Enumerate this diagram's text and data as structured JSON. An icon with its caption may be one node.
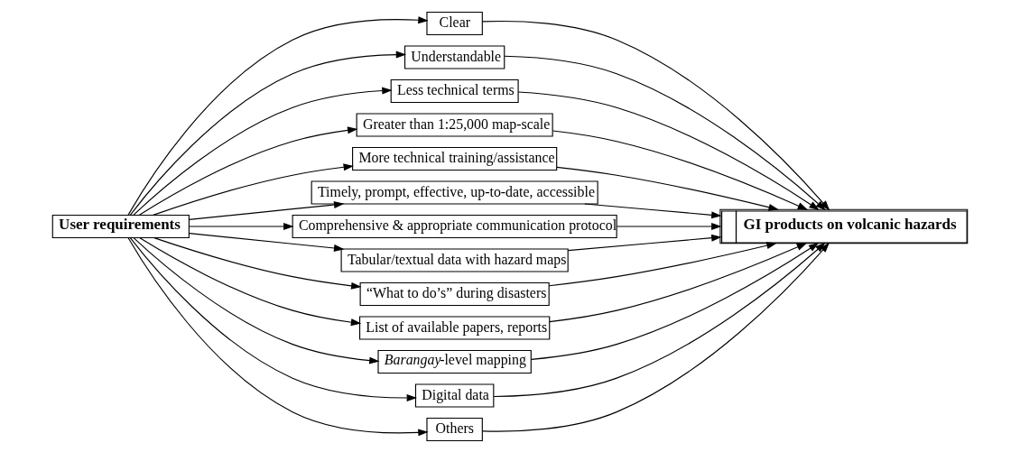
{
  "diagram": {
    "nodes": [
      {
        "text": [
          "User requirements"
        ]
      },
      {
        "text": [
          "Clear"
        ]
      },
      {
        "text": [
          "Understandable"
        ]
      },
      {
        "text": [
          "Less technical terms"
        ]
      },
      {
        "text": [
          "Greater than 1:25,000 map-scale"
        ]
      },
      {
        "text": [
          "More technical training/assistance"
        ]
      },
      {
        "text": [
          "Timely, prompt, effective, up-to-date, accessible"
        ]
      },
      {
        "text": [
          "Comprehensive & appropriate communication protocol"
        ]
      },
      {
        "text": [
          "Tabular/textual data with hazard maps"
        ]
      },
      {
        "text": [
          "“What to do’s” during disasters"
        ]
      },
      {
        "text": [
          "List of available papers, reports"
        ]
      },
      {
        "text": [
          "*Barangay*-level mapping"
        ]
      },
      {
        "text": [
          "Digital data"
        ]
      },
      {
        "text": [
          "Others"
        ]
      },
      {
        "text": [
          "GI products on volcanic hazards"
        ]
      }
    ],
    "edges": [
      {
        "from": 0,
        "to": 1,
        "arrow": "to"
      },
      {
        "from": 0,
        "to": 2,
        "arrow": "to"
      },
      {
        "from": 0,
        "to": 3,
        "arrow": "to"
      },
      {
        "from": 0,
        "to": 4,
        "arrow": "to"
      },
      {
        "from": 0,
        "to": 5,
        "arrow": "to"
      },
      {
        "from": 0,
        "to": 6,
        "arrow": "to"
      },
      {
        "from": 0,
        "to": 7,
        "arrow": "to"
      },
      {
        "from": 0,
        "to": 8,
        "arrow": "to"
      },
      {
        "from": 0,
        "to": 9,
        "arrow": "to"
      },
      {
        "from": 0,
        "to": 10,
        "arrow": "to"
      },
      {
        "from": 0,
        "to": 11,
        "arrow": "to"
      },
      {
        "from": 0,
        "to": 12,
        "arrow": "to"
      },
      {
        "from": 0,
        "to": 13,
        "arrow": "to"
      },
      {
        "from": 1,
        "to": 14,
        "arrow": "to"
      },
      {
        "from": 2,
        "to": 14,
        "arrow": "to"
      },
      {
        "from": 3,
        "to": 14,
        "arrow": "to"
      },
      {
        "from": 4,
        "to": 14,
        "arrow": "to"
      },
      {
        "from": 5,
        "to": 14,
        "arrow": "to"
      },
      {
        "from": 6,
        "to": 14,
        "arrow": "to"
      },
      {
        "from": 7,
        "to": 14,
        "arrow": "to"
      },
      {
        "from": 8,
        "to": 14,
        "arrow": "to"
      },
      {
        "from": 9,
        "to": 14,
        "arrow": "to"
      },
      {
        "from": 10,
        "to": 14,
        "arrow": "to"
      },
      {
        "from": 11,
        "to": 14,
        "arrow": "to"
      },
      {
        "from": 12,
        "to": 14,
        "arrow": "to"
      },
      {
        "from": 13,
        "to": 14,
        "arrow": "to"
      }
    ]
  }
}
